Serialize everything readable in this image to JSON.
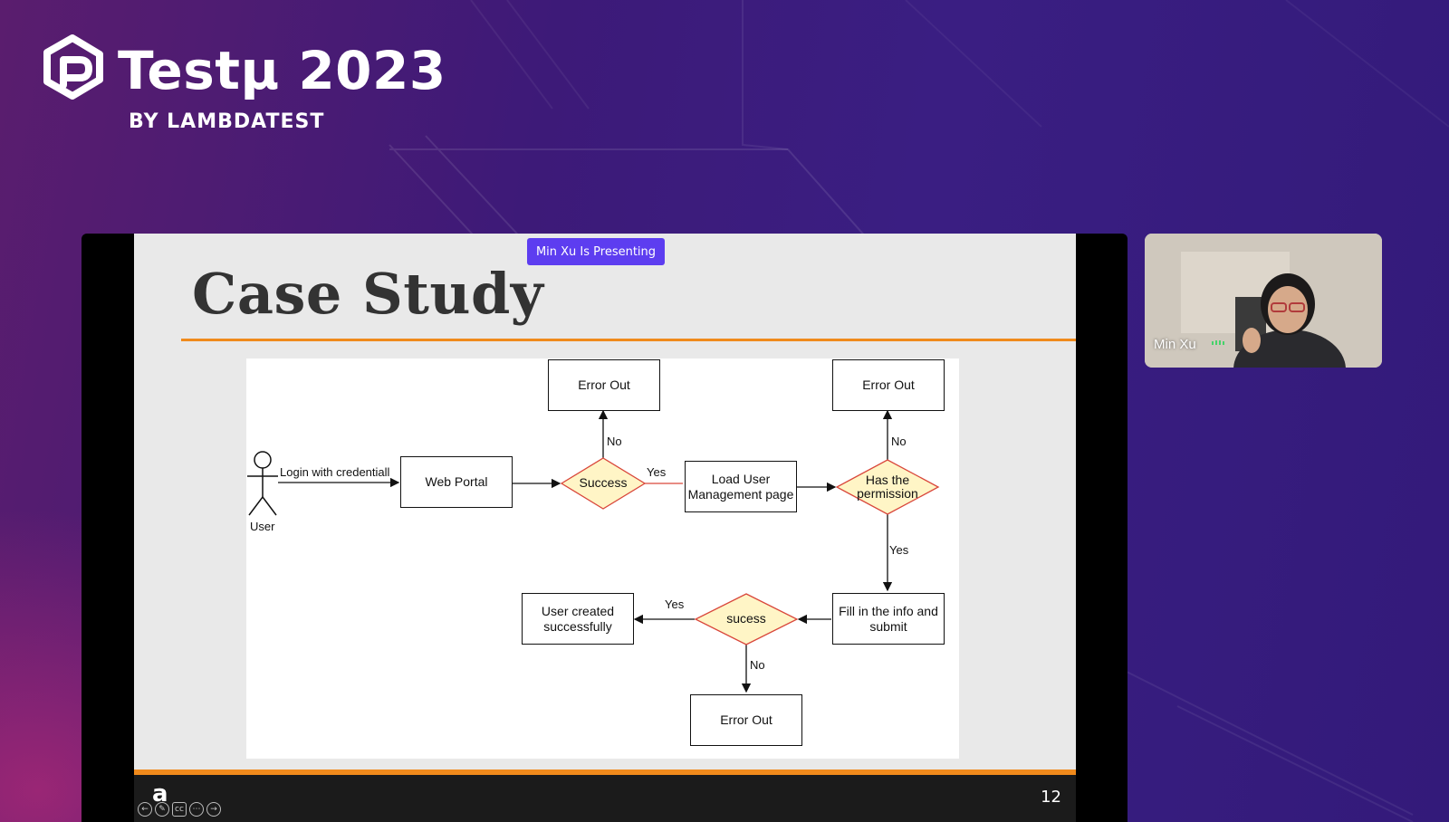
{
  "brand": {
    "name": "Testμ 2023",
    "sub": "BY LAMBDATEST"
  },
  "share": {
    "presenting_badge": "Min Xu Is Presenting",
    "slide_title": "Case Study",
    "page_number": "12",
    "footer_logo": "a"
  },
  "diagram": {
    "actor_label": "User",
    "nodes": {
      "web_portal": "Web Portal",
      "error_out_1": "Error Out",
      "success": "Success",
      "load_user": "Load User Management page",
      "error_out_2": "Error Out",
      "has_permission": "Has the permission",
      "fill_info": "Fill in the info and submit",
      "sucess": "sucess",
      "user_created": "User created successfully",
      "error_out_3": "Error Out"
    },
    "edges": {
      "login": "Login with credentiall",
      "success_no": "No",
      "success_yes": "Yes",
      "permission_no": "No",
      "permission_yes": "Yes",
      "sucess_yes": "Yes",
      "sucess_no": "No"
    }
  },
  "webcam": {
    "participant_name": "Min Xu"
  },
  "colors": {
    "accent_orange": "#f08a1c",
    "badge_purple": "#5d3df0",
    "diamond_fill": "#fff5c6",
    "diamond_stroke": "#d9473b"
  }
}
